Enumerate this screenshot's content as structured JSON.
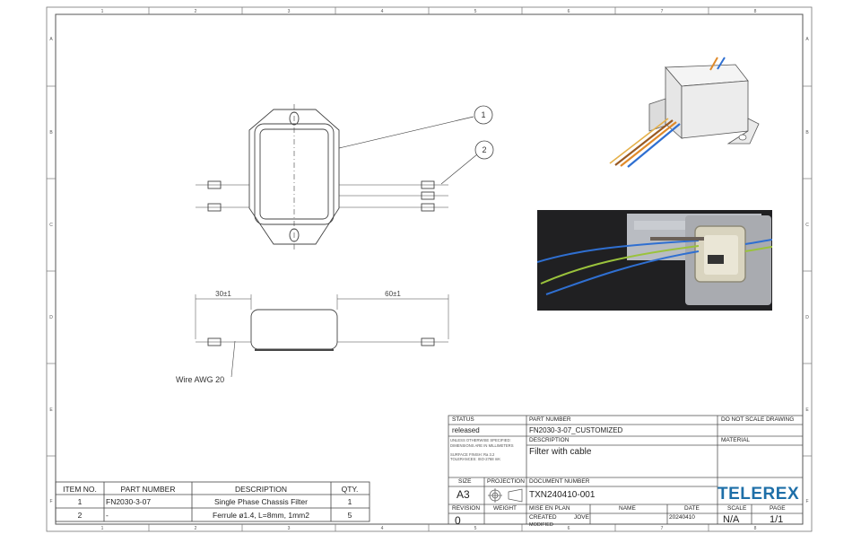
{
  "zones": {
    "columns": [
      "1",
      "2",
      "3",
      "4",
      "5",
      "6",
      "7",
      "8"
    ],
    "rows": [
      "A",
      "B",
      "C",
      "D",
      "E",
      "F"
    ]
  },
  "balloons": [
    "1",
    "2"
  ],
  "dimensions": {
    "left_lead": "30±1",
    "right_lead": "60±1"
  },
  "wire_note": "Wire AWG 20",
  "bom": {
    "headers": [
      "ITEM NO.",
      "PART NUMBER",
      "DESCRIPTION",
      "QTY."
    ],
    "rows": [
      [
        "1",
        "FN2030-3-07",
        "Single Phase Chassis Filter",
        "1"
      ],
      [
        "2",
        "-",
        "Ferrule ø1.4, L=8mm, 1mm2",
        "5"
      ]
    ]
  },
  "title_block": {
    "status_label": "STATUS",
    "status_value": "released",
    "part_number_label": "PART NUMBER",
    "part_number_value": "FN2030-3-07_CUSTOMIZED",
    "do_not_scale": "DO NOT SCALE DRAWING",
    "notes_line1": "UNLESS OTHERWISE SPECIFIED:",
    "notes_line2": "DIMENSIONS ARE IN MILLIMETERS",
    "notes_line3": "SURFACE FINISH: Ra 3.2",
    "notes_line4": "TOLERANCES: ISO-2768 mK",
    "description_label": "DESCRIPTION",
    "description_value": "Filter with cable",
    "material_label": "MATERIAL",
    "size_label": "SIZE",
    "size_value": "A3",
    "projection_label": "PROJECTION",
    "document_number_label": "DOCUMENT NUMBER",
    "document_number_value": "TXN240410-001",
    "revision_label": "REVISION",
    "weight_label": "WEIGHT",
    "mise_label": "MISE EN PLAN",
    "name_label": "NAME",
    "date_label": "DATE",
    "scale_label": "SCALE",
    "page_label": "PAGE",
    "revision_value": "0",
    "created_label": "CREATED",
    "created_name": "JOVE",
    "created_date": "20240410",
    "modified_label": "MODIFIED",
    "scale_value": "N/A",
    "page_value": "1/1",
    "logo": "TELEREX"
  },
  "colors": {
    "line": "#555555",
    "logo": "#1e6fa8",
    "wire_blue": "#2f6fd1",
    "wire_brown": "#9a5a22",
    "wire_orange": "#e08a2a",
    "wire_yellow_green": "#9ac23c"
  }
}
